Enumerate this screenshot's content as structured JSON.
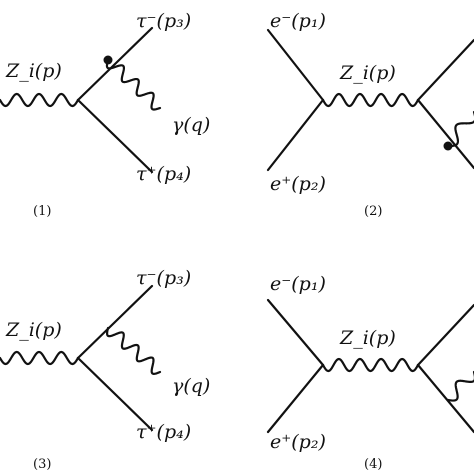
{
  "diagrams": [
    {
      "caption": "(1)",
      "labels": {
        "boson": "Z_i(p)",
        "tau_minus": "τ⁻(p₃)",
        "photon": "γ(q)",
        "tau_plus": "τ⁺(p₄)"
      }
    },
    {
      "caption": "(2)",
      "labels": {
        "electron": "e⁻(p₁)",
        "boson": "Z_i(p)",
        "positron": "e⁺(p₂)"
      }
    },
    {
      "caption": "(3)",
      "labels": {
        "boson": "Z_i(p)",
        "tau_minus": "τ⁻(p₃)",
        "photon": "γ(q)",
        "tau_plus": "τ⁺(p₄)"
      }
    },
    {
      "caption": "(4)",
      "labels": {
        "electron": "e⁻(p₁)",
        "boson": "Z_i(p)",
        "positron": "e⁺(p₂)"
      }
    }
  ]
}
